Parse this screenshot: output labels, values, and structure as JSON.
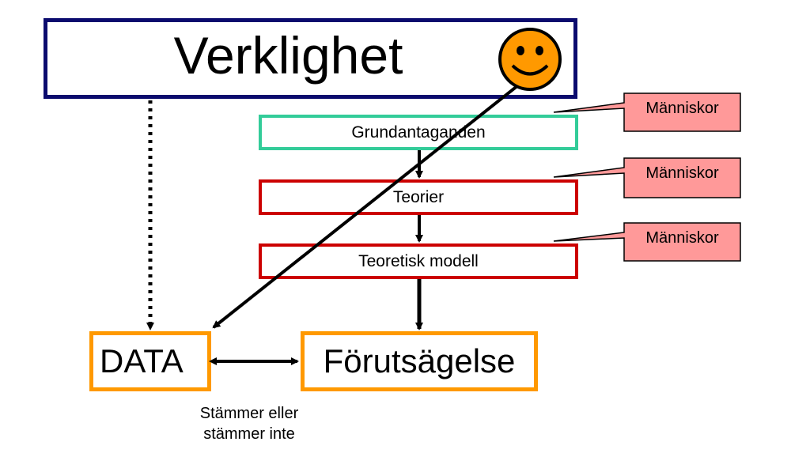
{
  "reality": {
    "label": "Verklighet"
  },
  "boxes": {
    "assumptions": "Grundantaganden",
    "theories": "Teorier",
    "model": "Teoretisk modell",
    "data": "DATA",
    "prediction": "Förutsägelse"
  },
  "callouts": [
    "Människor",
    "Människor",
    "Människor"
  ],
  "comparison_note": {
    "line1": "Stämmer eller",
    "line2": "stämmer inte"
  },
  "colors": {
    "reality_border": "#0b0b6e",
    "assumptions_border": "#33cc99",
    "theory_border": "#cc0000",
    "data_border": "#ff9900",
    "callout_fill": "#ff9999",
    "smiley_fill": "#ff9900"
  },
  "icons": {
    "smiley": "smiley-face-icon"
  }
}
